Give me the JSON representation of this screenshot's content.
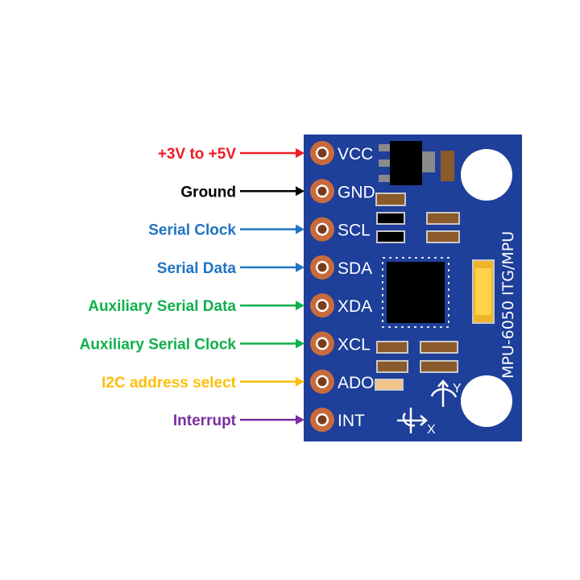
{
  "board": {
    "title": "MPU-6050 ITG/MPU",
    "axis_x": "X",
    "axis_y": "Y"
  },
  "pins": [
    {
      "pin": "VCC",
      "description": "+3V to +5V",
      "color": "#ee1c24"
    },
    {
      "pin": "GND",
      "description": "Ground",
      "color": "#000000"
    },
    {
      "pin": "SCL",
      "description": "Serial Clock",
      "color": "#1f73c3"
    },
    {
      "pin": "SDA",
      "description": "Serial Data",
      "color": "#1f73c3"
    },
    {
      "pin": "XDA",
      "description": "Auxiliary Serial Data",
      "color": "#11b04d"
    },
    {
      "pin": "XCL",
      "description": "Auxiliary Serial Clock",
      "color": "#11b04d"
    },
    {
      "pin": "ADO",
      "description": "I2C address select",
      "color": "#fbbf0b"
    },
    {
      "pin": "INT",
      "description": "Interrupt",
      "color": "#7b2fa1"
    }
  ],
  "colors": {
    "board": "#1e3f9a",
    "pad": "#c86b3c",
    "smd": "#8b5a2b",
    "chip": "#000000"
  }
}
